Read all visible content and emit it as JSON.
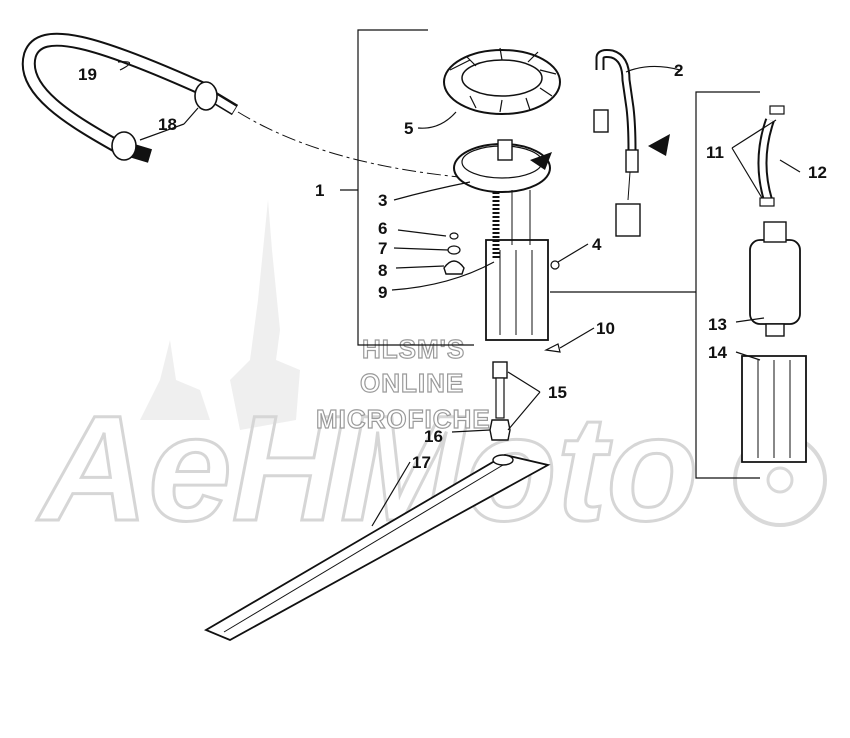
{
  "watermark": {
    "lines": [
      "HLSM'S",
      "ONLINE",
      "MICROFICHE"
    ],
    "logo": "AeHMoto"
  },
  "callouts": {
    "c1": "1",
    "c2": "2",
    "c3": "3",
    "c4": "4",
    "c5": "5",
    "c6": "6",
    "c7": "7",
    "c8": "8",
    "c9": "9",
    "c10": "10",
    "c11": "11",
    "c12": "12",
    "c13": "13",
    "c14": "14",
    "c15": "15",
    "c16": "16",
    "c17": "17",
    "c18": "18",
    "c19": "19"
  }
}
